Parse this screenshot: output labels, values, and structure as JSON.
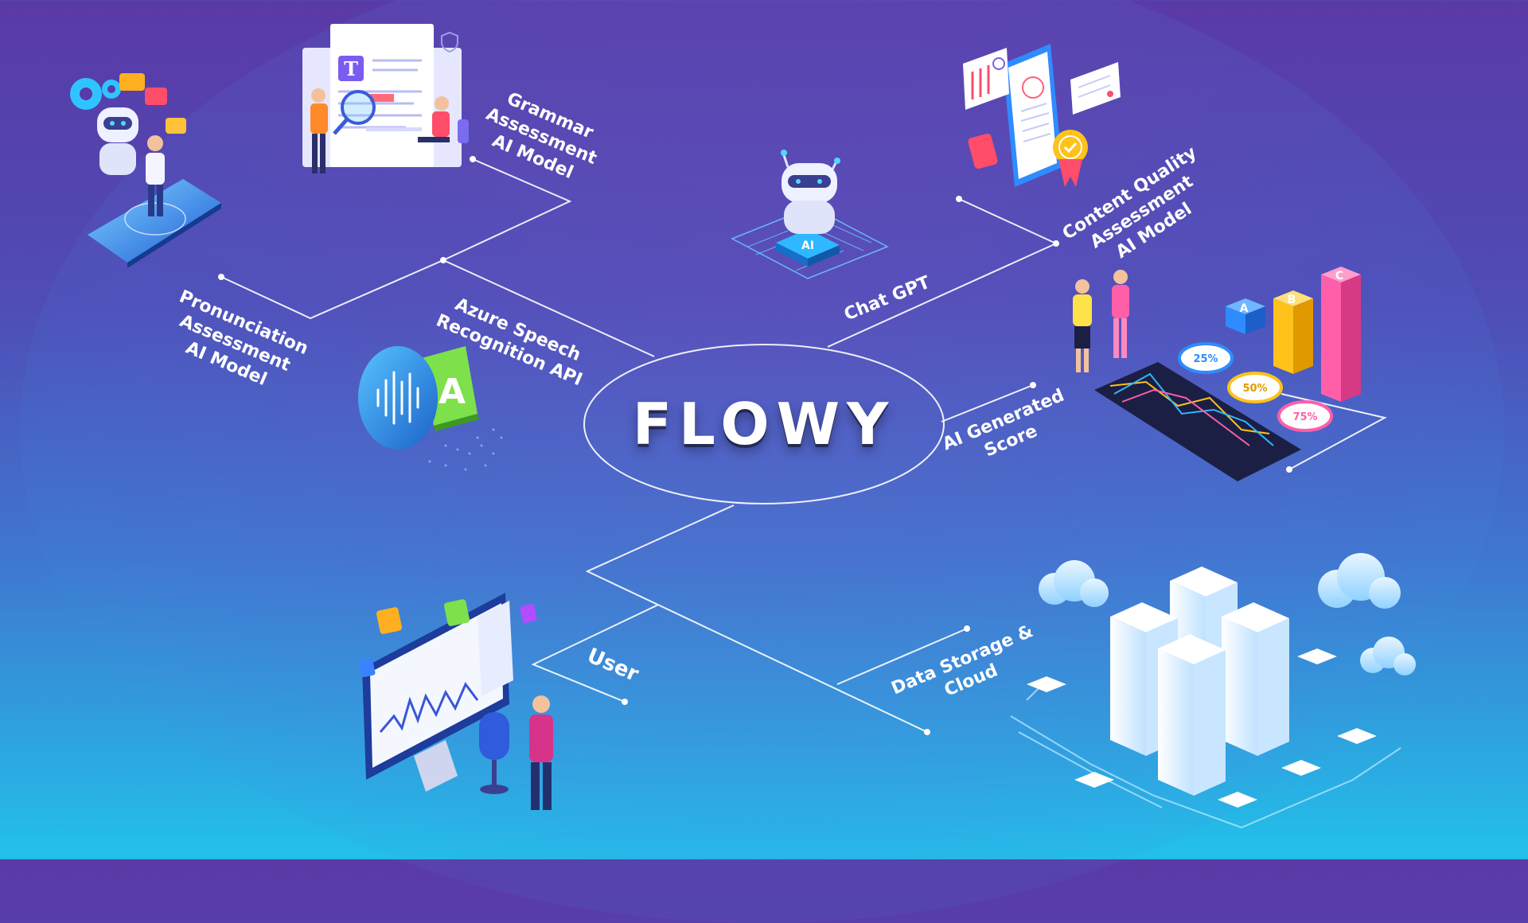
{
  "title": "FLOWY",
  "nodes": {
    "grammar": [
      "Grammar",
      "Assessment",
      "AI Model"
    ],
    "pronunciation": [
      "Pronunciation",
      "Assessment",
      "AI Model"
    ],
    "azure": [
      "Azure Speech",
      "Recognition API"
    ],
    "chatgpt": [
      "Chat GPT"
    ],
    "content_quality": [
      "Content Quality",
      "Assessment",
      "AI Model"
    ],
    "ai_score": [
      "AI Generated",
      "Score"
    ],
    "user": [
      "User"
    ],
    "data_storage": [
      "Data Storage &",
      "Cloud"
    ]
  },
  "chart_badges": {
    "bars": [
      "A",
      "B",
      "C"
    ],
    "percents": [
      "25%",
      "50%",
      "75%"
    ]
  },
  "icon_letters": {
    "document_letter": "T",
    "translate_letter": "A",
    "chip_text": "AI"
  },
  "colors": {
    "line": "#ffffff",
    "bg_top": "#5a3aa6",
    "bg_bottom": "#22c1ea",
    "bar_a": "#2f8cff",
    "bar_b": "#ffc21a",
    "bar_c": "#ff5fa8",
    "server": "#eef6ff"
  }
}
